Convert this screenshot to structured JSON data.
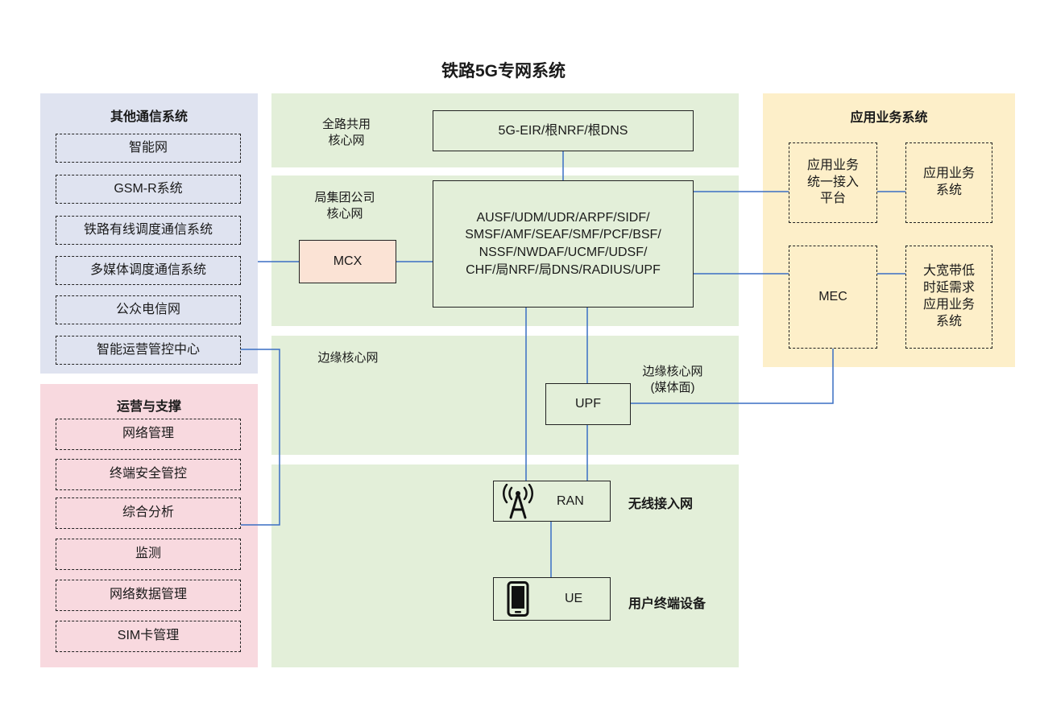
{
  "title": "铁路5G专网系统",
  "other_systems": {
    "header": "其他通信系统",
    "items": [
      "智能网",
      "GSM-R系统",
      "铁路有线调度通信系统",
      "多媒体调度通信系统",
      "公众电信网",
      "智能运营管控中心"
    ]
  },
  "ops_support": {
    "header": "运营与支撑",
    "items": [
      "网络管理",
      "终端安全管控",
      "综合分析",
      "监测",
      "网络数据管理",
      "SIM卡管理"
    ]
  },
  "app_systems": {
    "header": "应用业务系统",
    "unified_platform": [
      "应用业务",
      "统一接入",
      "平台"
    ],
    "app_system": [
      "应用业务",
      "系统"
    ],
    "mec": "MEC",
    "low_latency": [
      "大宽带低",
      "时延需求",
      "应用业务",
      "系统"
    ]
  },
  "core": {
    "label": [
      "全路共用",
      "核心网"
    ],
    "box": "5G-EIR/根NRF/根DNS"
  },
  "group_core": {
    "label": [
      "局集团公司",
      "核心网"
    ],
    "mcx": "MCX",
    "functions": [
      "AUSF/UDM/UDR/ARPF/SIDF/",
      "SMSF/AMF/SEAF/SMF/PCF/BSF/",
      "NSSF/NWDAF/UCMF/UDSF/",
      "CHF/局NRF/局DNS/RADIUS/UPF"
    ]
  },
  "edge": {
    "label": "边缘核心网",
    "plane_label": [
      "边缘核心网",
      "(媒体面)"
    ],
    "upf": "UPF"
  },
  "ran": {
    "box": "RAN",
    "label": "无线接入网",
    "icon": "radio-tower-icon"
  },
  "ue": {
    "box": "UE",
    "label": "用户终端设备",
    "icon": "smartphone-icon"
  },
  "colors": {
    "line": "#3a6fc4",
    "green": "#e3efd9",
    "blue_panel": "#dfe3f0",
    "pink_panel": "#f8d9df",
    "yellow_panel": "#fdefc9",
    "mcx_fill": "#fbe3d5"
  }
}
